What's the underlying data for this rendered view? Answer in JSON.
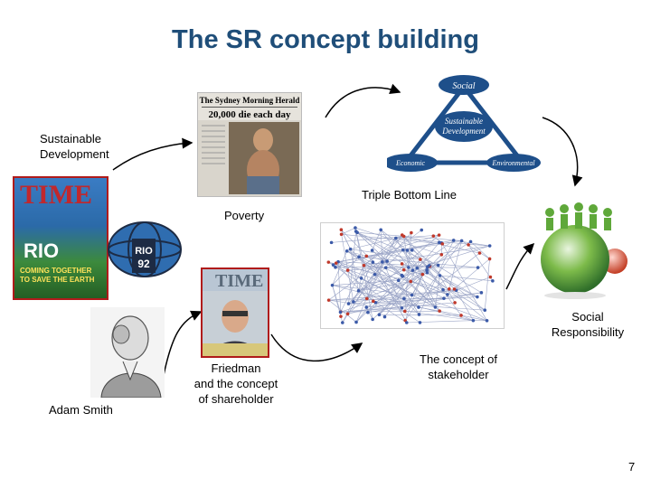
{
  "slide": {
    "title": "The SR concept building",
    "page_number": "7"
  },
  "labels": {
    "sustainable_development": [
      "Sustainable",
      "Development"
    ],
    "poverty": "Poverty",
    "triple_bottom_line": "Triple Bottom Line",
    "social_responsibility": [
      "Social",
      "Responsibility"
    ],
    "adam_smith": "Adam Smith",
    "friedman": [
      "Friedman",
      "and the concept",
      "of shareholder"
    ],
    "stakeholder": [
      "The concept of",
      "stakeholder"
    ]
  },
  "newspaper": {
    "masthead": "The Sydney Morning Herald",
    "headline": "20,000 die each day"
  },
  "tbl_diagram": {
    "top": "Social",
    "center": [
      "Sustainable",
      "Development"
    ],
    "left": "Economic",
    "right": "Environmental"
  },
  "time_rio": {
    "brand": "TIME",
    "word": "RIO",
    "tagline": [
      "COMING TOGETHER",
      "TO SAVE THE EARTH"
    ]
  },
  "rio92_logo": {
    "text": "RIO",
    "year": "92"
  },
  "time_friedman": {
    "brand": "TIME"
  }
}
